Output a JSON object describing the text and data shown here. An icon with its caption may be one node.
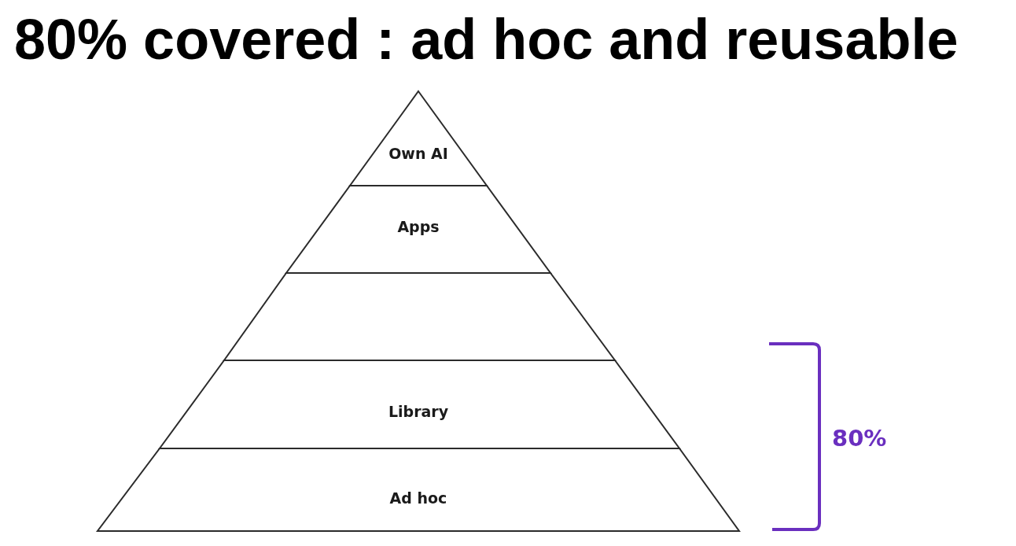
{
  "diagram": {
    "title": "80% covered : ad hoc and reusable",
    "nodes": [
      {
        "text": [
          "Own AI"
        ]
      },
      {
        "text": [
          "Apps"
        ]
      },
      {
        "text": [],
        "shape": "trapezoid"
      },
      {
        "text": [
          "Library"
        ]
      },
      {
        "text": [
          "Ad hoc"
        ]
      }
    ],
    "edges": [],
    "labels": [
      "80%"
    ]
  }
}
